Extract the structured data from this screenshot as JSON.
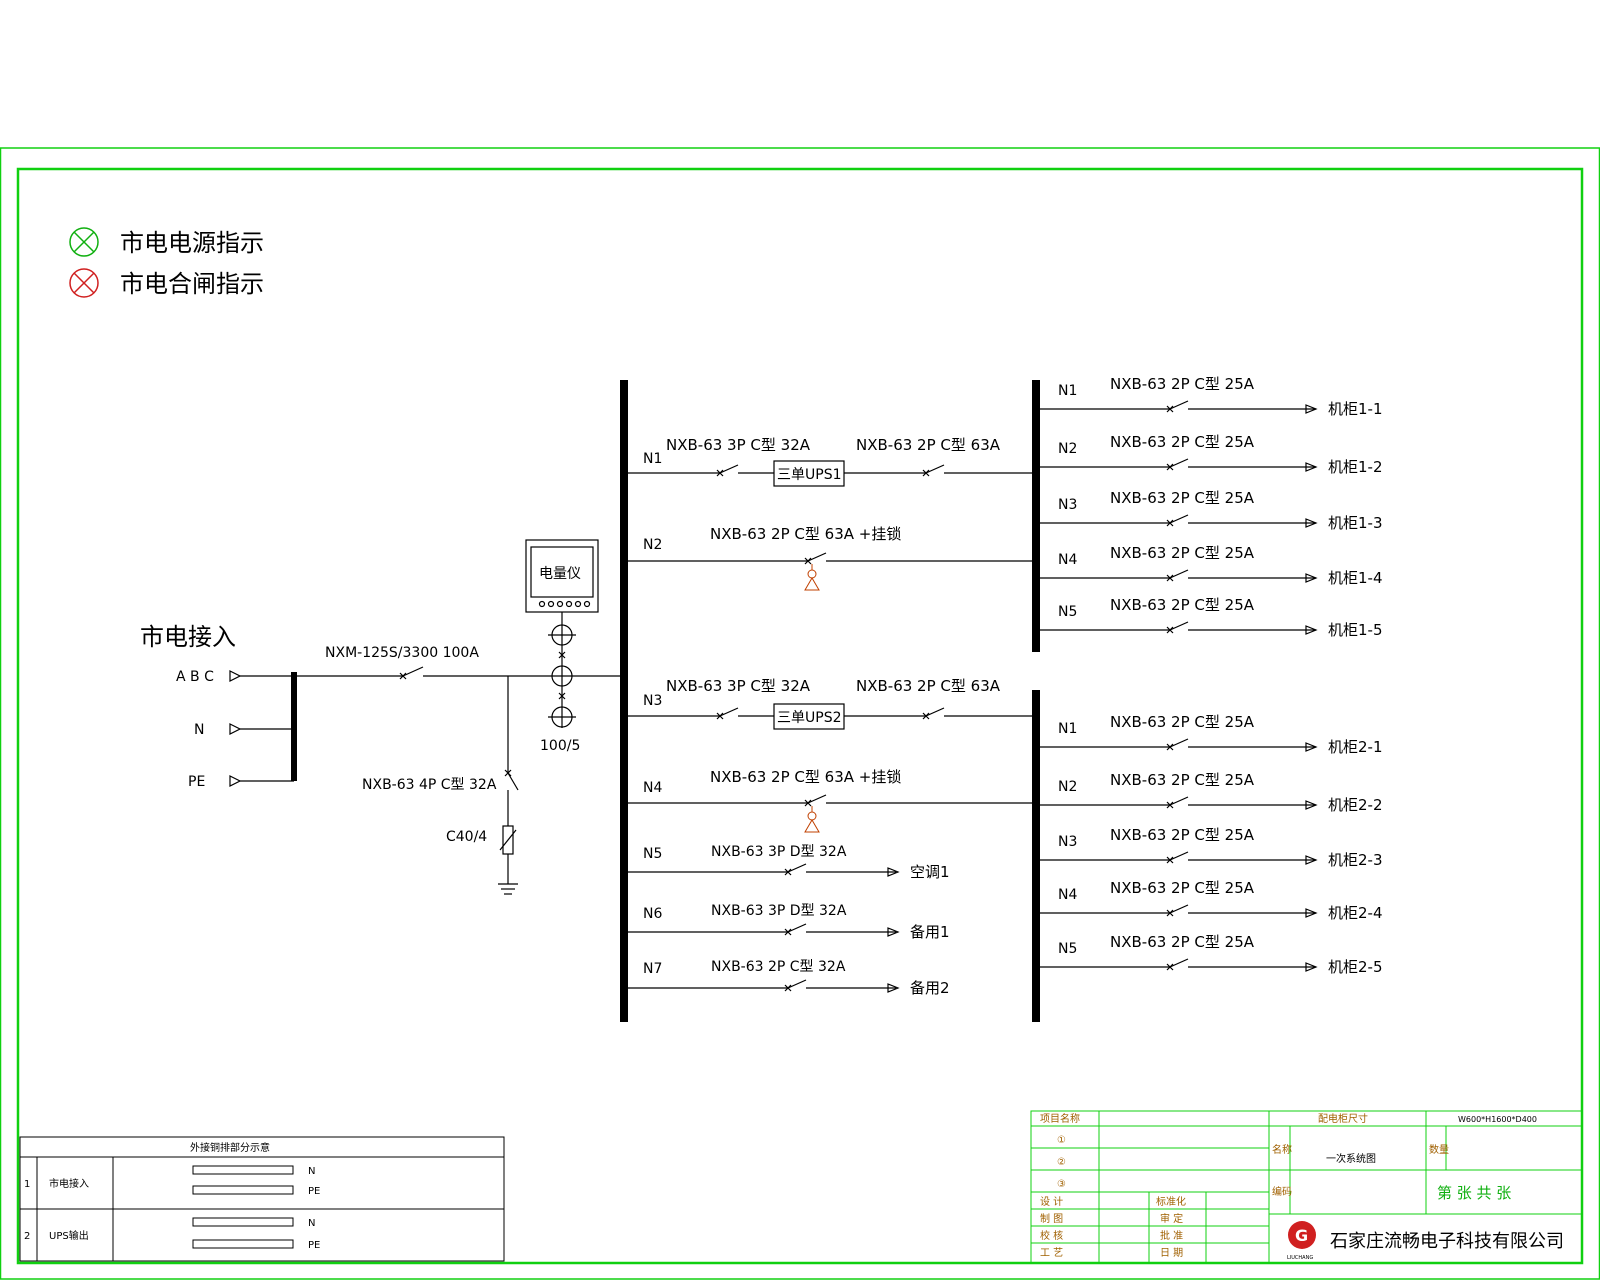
{
  "legend": {
    "source_indicator": "市电电源指示",
    "closing_indicator": "市电合闸指示",
    "source_color": "#10b010",
    "closing_color": "#d02020"
  },
  "incoming": {
    "title": "市电接入",
    "abc": "A B C",
    "n": "N",
    "pe": "PE",
    "main_breaker": "NXM-125S/3300 100A",
    "spd_breaker": "NXB-63 4P C型 32A",
    "spd": "C40/4",
    "meter": "电量仪",
    "ct": "100/5"
  },
  "left_bus": [
    {
      "id": "N1",
      "breaker": "NXB-63 3P C型 32A",
      "ups": "三单UPS1",
      "breaker2": "NXB-63 2P C型 63A"
    },
    {
      "id": "N2",
      "breaker": "NXB-63 2P C型 63A +挂锁"
    },
    {
      "id": "N3",
      "breaker": "NXB-63 3P C型 32A",
      "ups": "三单UPS2",
      "breaker2": "NXB-63 2P C型 63A"
    },
    {
      "id": "N4",
      "breaker": "NXB-63 2P C型 63A +挂锁"
    },
    {
      "id": "N5",
      "breaker": "NXB-63 3P D型 32A",
      "load": "空调1"
    },
    {
      "id": "N6",
      "breaker": "NXB-63 3P D型 32A",
      "load": "备用1"
    },
    {
      "id": "N7",
      "breaker": "NXB-63 2P C型 32A",
      "load": "备用2"
    }
  ],
  "right_bus_1": [
    {
      "id": "N1",
      "breaker": "NXB-63 2P C型 25A",
      "load": "机柜1-1"
    },
    {
      "id": "N2",
      "breaker": "NXB-63 2P C型 25A",
      "load": "机柜1-2"
    },
    {
      "id": "N3",
      "breaker": "NXB-63 2P C型 25A",
      "load": "机柜1-3"
    },
    {
      "id": "N4",
      "breaker": "NXB-63 2P C型 25A",
      "load": "机柜1-4"
    },
    {
      "id": "N5",
      "breaker": "NXB-63 2P C型 25A",
      "load": "机柜1-5"
    }
  ],
  "right_bus_2": [
    {
      "id": "N1",
      "breaker": "NXB-63 2P C型 25A",
      "load": "机柜2-1"
    },
    {
      "id": "N2",
      "breaker": "NXB-63 2P C型 25A",
      "load": "机柜2-2"
    },
    {
      "id": "N3",
      "breaker": "NXB-63 2P C型 25A",
      "load": "机柜2-3"
    },
    {
      "id": "N4",
      "breaker": "NXB-63 2P C型 25A",
      "load": "机柜2-4"
    },
    {
      "id": "N5",
      "breaker": "NXB-63 2P C型 25A",
      "load": "机柜2-5"
    }
  ],
  "copper_table": {
    "title": "外接铜排部分示意",
    "rows": [
      {
        "no": "1",
        "name": "市电接入",
        "bar1": "N",
        "bar2": "PE"
      },
      {
        "no": "2",
        "name": "UPS输出",
        "bar1": "N",
        "bar2": "PE"
      }
    ]
  },
  "title_block": {
    "project_name": "项目名称",
    "c1": "①",
    "c2": "②",
    "c3": "③",
    "design": "设 计",
    "draw": "制 图",
    "check": "校 核",
    "process": "工 艺",
    "standard": "标准化",
    "review": "审 定",
    "approve": "批 准",
    "date": "日 期",
    "cabinet_size_label": "配电柜尺寸",
    "cabinet_size": "W600*H1600*D400",
    "name_label": "名称",
    "name": "一次系统图",
    "qty_label": "数量",
    "code_label": "编码",
    "sheet": "第 张 共 张",
    "company": "石家庄流畅电子科技有限公司",
    "logo_letter": "G",
    "logo_text": "LIUCHANG"
  }
}
